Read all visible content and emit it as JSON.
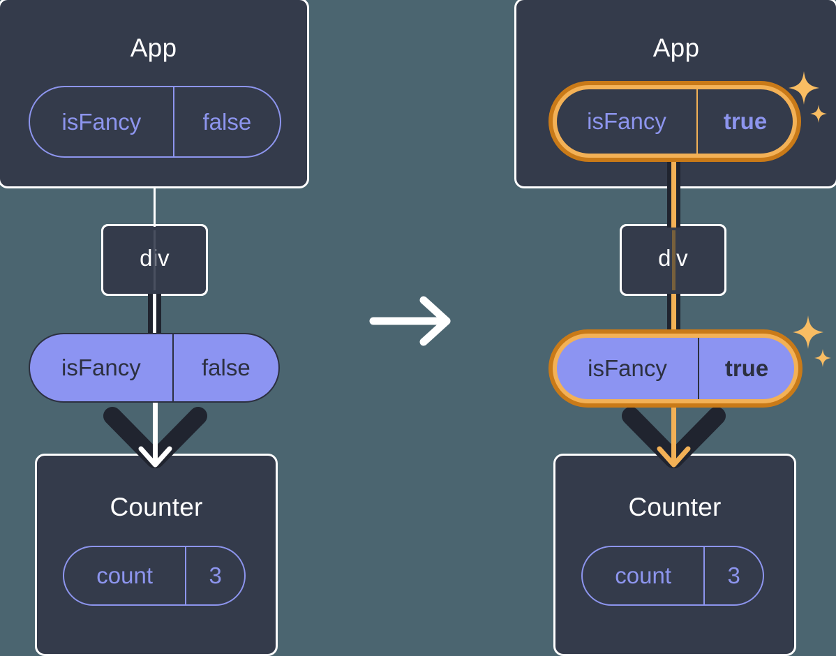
{
  "diagram": {
    "title_left": "App",
    "title_right": "App",
    "transition_icon": "right-arrow-icon"
  },
  "left": {
    "app": {
      "name": "App",
      "state_pill": {
        "key": "isFancy",
        "value": "false"
      }
    },
    "div": {
      "name": "div"
    },
    "prop_pill": {
      "key": "isFancy",
      "value": "false"
    },
    "counter": {
      "name": "Counter",
      "state_pill": {
        "key": "count",
        "value": "3"
      }
    }
  },
  "right": {
    "app": {
      "name": "App",
      "state_pill": {
        "key": "isFancy",
        "value": "true"
      }
    },
    "div": {
      "name": "div"
    },
    "prop_pill": {
      "key": "isFancy",
      "value": "true"
    },
    "counter": {
      "name": "Counter",
      "state_pill": {
        "key": "count",
        "value": "3"
      }
    },
    "sparkle_icon_top": "sparkles-icon",
    "sparkle_icon_mid": "sparkles-icon"
  },
  "colors": {
    "background": "#4b6570",
    "card": "#343b4b",
    "card_border": "#ffffff",
    "purple": "#8c94f2",
    "purple_outline": "#8d95ee",
    "highlight_inner": "#f3b156",
    "highlight_outer": "#c97a18",
    "wire_dark": "#20242f",
    "text_dark": "#2c3040"
  }
}
